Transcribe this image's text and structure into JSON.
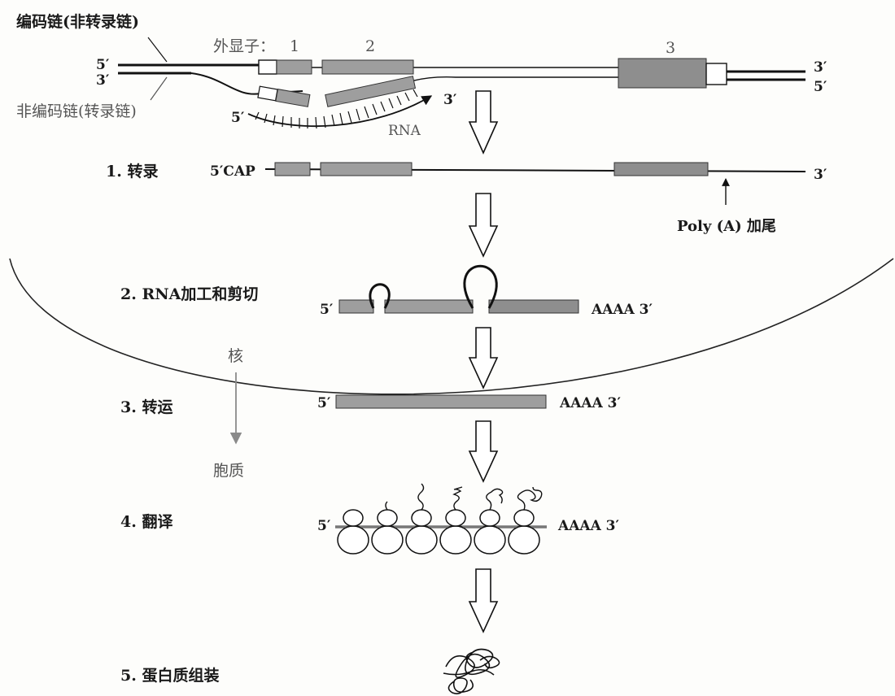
{
  "strands": {
    "coding": "编码链(非转录链)",
    "template": "非编码链(转录链)",
    "exon_label": "外显子：",
    "exon1": "1",
    "exon2": "2",
    "exon3": "3",
    "top_left_5": "5′",
    "top_left_3": "3′",
    "top_right_3": "3′",
    "top_right_5": "5′",
    "rna_5": "5′",
    "rna_3": "3′",
    "rna": "RNA"
  },
  "steps": {
    "s1": "1. 转录",
    "s2": "2. RNA加工和剪切",
    "s3": "3. 转运",
    "s4": "4. 翻译",
    "s5": "5. 蛋白质组装"
  },
  "transcript": {
    "cap": "5′CAP",
    "end3": "3′",
    "polyA": "Poly (A) 加尾"
  },
  "processing": {
    "end5": "5′",
    "tail": "AAAA 3′"
  },
  "transport": {
    "end5": "5′",
    "tail": "AAAA 3′"
  },
  "translation": {
    "end5": "5′",
    "tail": "AAAA 3′"
  },
  "compartments": {
    "nucleus": "核",
    "cytoplasm": "胞质"
  },
  "colors": {
    "exon": "#9e9e9e",
    "line": "#111111",
    "arrow_gray": "#8a8a8a"
  }
}
